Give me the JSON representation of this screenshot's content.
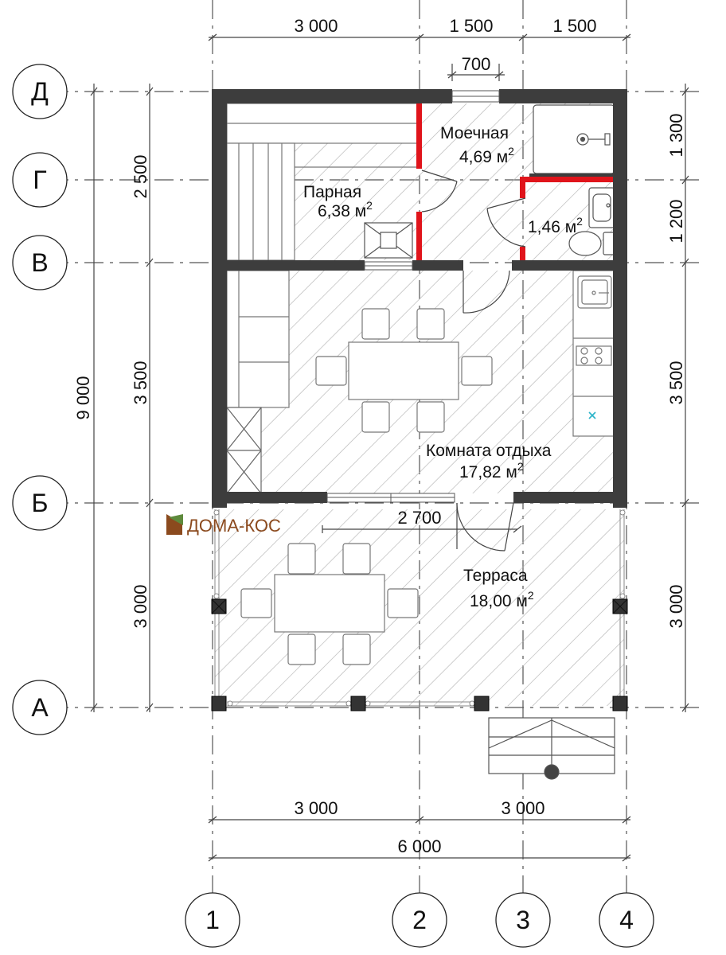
{
  "axes": {
    "rows": [
      "Д",
      "Г",
      "В",
      "Б",
      "А"
    ],
    "columns": [
      "1",
      "2",
      "3",
      "4"
    ]
  },
  "dimensions": {
    "top": [
      "3 000",
      "1 500",
      "1 500"
    ],
    "window_top": "700",
    "left_total": "9 000",
    "left": [
      "2 500",
      "3 500",
      "3 000"
    ],
    "right": [
      "1 300",
      "1 200",
      "3 500",
      "3 000"
    ],
    "terrace_window": "2 700",
    "bottom": [
      "3 000",
      "3 000"
    ],
    "bottom_total": "6 000"
  },
  "rooms": {
    "washroom": {
      "name": "Моечная",
      "area": "4,69 м",
      "sup": "2"
    },
    "steam": {
      "name": "Парная",
      "area": "6,38 м",
      "sup": "2"
    },
    "wc": {
      "area": "1,46 м",
      "sup": "2"
    },
    "lounge": {
      "name": "Комната отдыха",
      "area": "17,82 м",
      "sup": "2"
    },
    "terrace": {
      "name": "Терраса",
      "area": "18,00 м",
      "sup": "2"
    }
  },
  "brand": {
    "name": "ДОМА-КОС"
  },
  "colors": {
    "wall": "#3d3d3d",
    "partition_red": "#e0141b",
    "brand": "#8b4a1e",
    "hatch": "#b0b0b0"
  }
}
